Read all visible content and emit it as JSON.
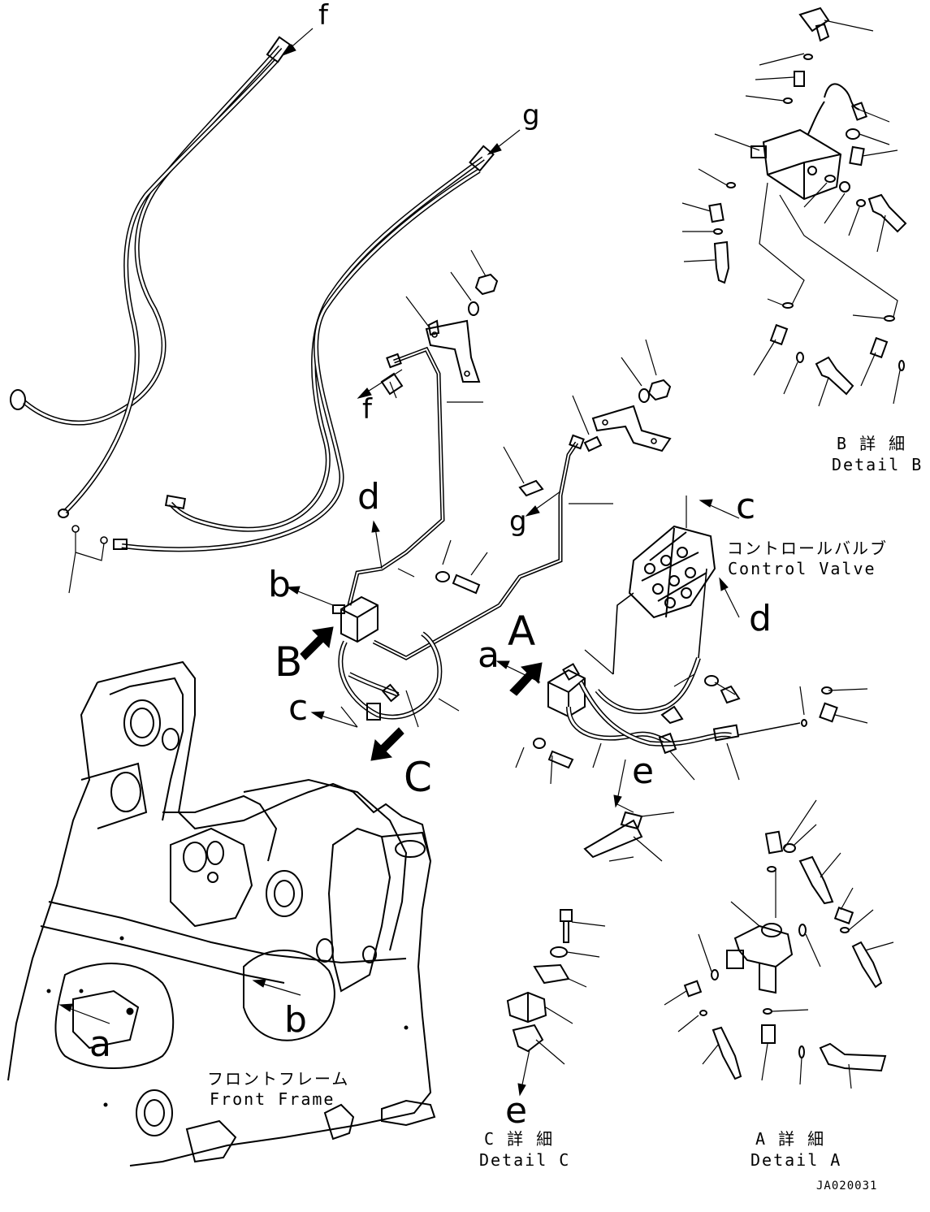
{
  "diagram": {
    "code": "JA020031",
    "ref_letters": {
      "f_top": "f",
      "g_top": "g",
      "f_mid": "f",
      "g_mid": "g",
      "c_right": "c",
      "d_right": "d",
      "d_left": "d",
      "b_left": "b",
      "B_big": "B",
      "c_left": "c",
      "C_big": "C",
      "a_mid": "a",
      "A_big": "A",
      "e_mid": "e",
      "b_bottom": "b",
      "a_bottom": "a",
      "e_bottom": "e"
    },
    "captions": {
      "control_valve_jp": "コントロールバルブ",
      "control_valve_en": "Control Valve",
      "front_frame_jp": "フロントフレーム",
      "front_frame_en": "Front Frame",
      "detail_b_jp": "B 詳 細",
      "detail_b_en": "Detail B",
      "detail_c_jp": "C 詳 細",
      "detail_c_en": "Detail C",
      "detail_a_jp": "A 詳 細",
      "detail_a_en": "Detail A"
    }
  }
}
